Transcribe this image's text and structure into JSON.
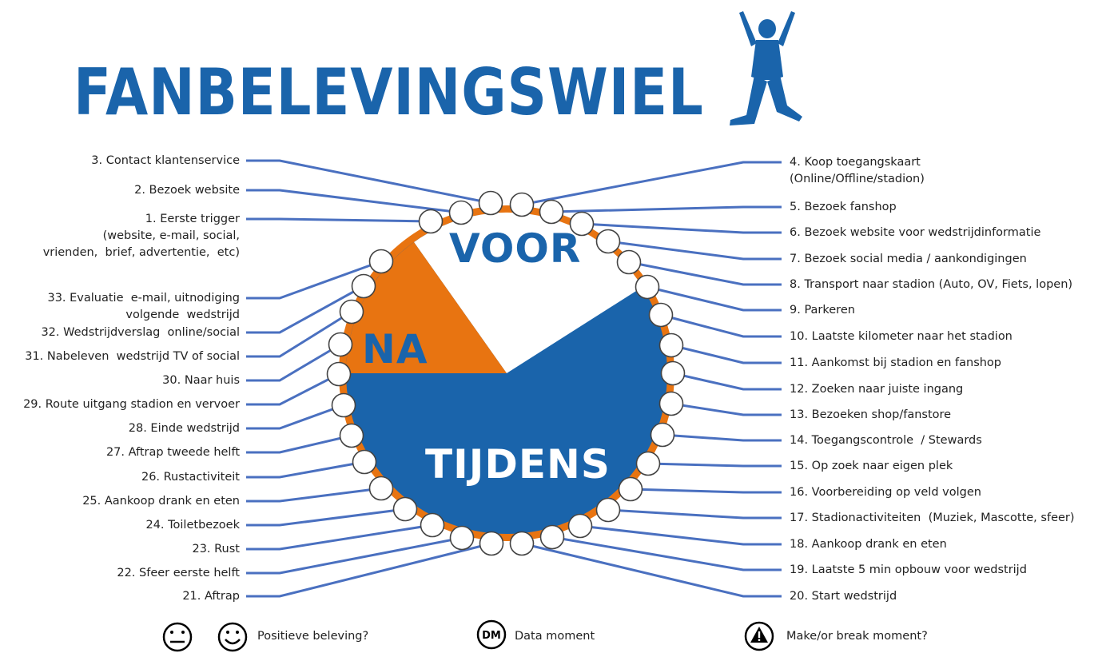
{
  "title": "FANBELEVINGSWIEL",
  "colors": {
    "blue": "#1a64ab",
    "orange": "#e87411",
    "line": "#4a70c0"
  },
  "segments": {
    "voor": "VOOR",
    "na": "NA",
    "tijdens": "TIJDENS"
  },
  "left_labels": [
    "3. Contact klantenservice",
    "2. Bezoek website",
    "1. Eerste trigger\n(website, e-mail, social,\nvrienden,  brief, advertentie,  etc)",
    "33. Evaluatie  e-mail, uitnodiging\nvolgende  wedstrijd",
    "32. Wedstrijdverslag  online/social",
    "31. Nabeleven  wedstrijd TV of social",
    "30. Naar huis",
    "29. Route uitgang stadion en vervoer",
    "28. Einde wedstrijd",
    "27. Aftrap tweede helft",
    "26. Rustactiviteit",
    "25. Aankoop drank en eten",
    "24. Toiletbezoek",
    "23. Rust",
    "22. Sfeer eerste helft",
    "21. Aftrap"
  ],
  "right_labels": [
    "4. Koop toegangskaart\n(Online/Offline/stadion)",
    "5. Bezoek fanshop",
    "6. Bezoek website voor wedstrijdinformatie",
    "7. Bezoek social media / aankondigingen",
    "8. Transport naar stadion (Auto, OV, Fiets, lopen)",
    "9. Parkeren",
    "10. Laatste kilometer naar het stadion",
    "11. Aankomst bij stadion en fanshop",
    "12. Zoeken naar juiste ingang",
    "13. Bezoeken shop/fanstore",
    "14. Toegangscontrole  / Stewards",
    "15. Op zoek naar eigen plek",
    "16. Voorbereiding op veld volgen",
    "17. Stadionactiviteiten  (Muziek, Mascotte, sfeer)",
    "18. Aankoop drank en eten",
    "19. Laatste 5 min opbouw voor wedstrijd",
    "20. Start wedstrijd"
  ],
  "legend": {
    "positive": "Positieve beleving?",
    "dm_badge": "DM",
    "data_moment": "Data moment",
    "make_break": "Make/or break moment?"
  }
}
